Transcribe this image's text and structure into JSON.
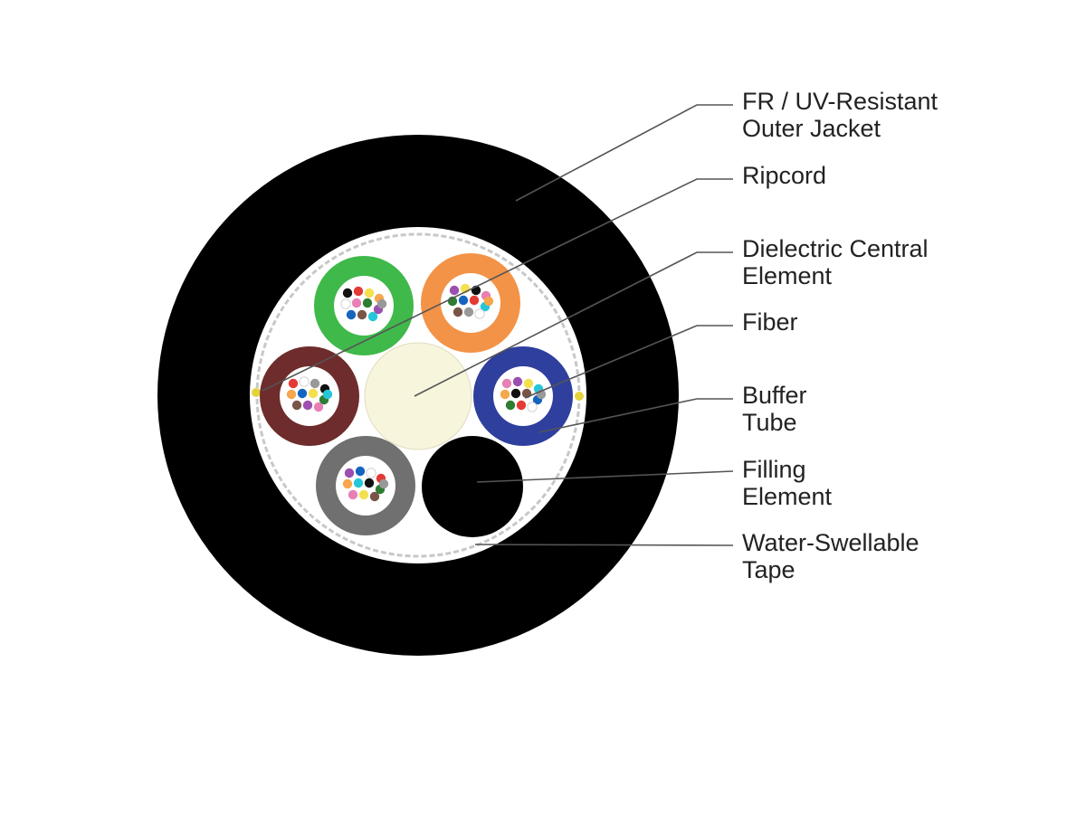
{
  "colors": {
    "jacket": "#000000",
    "core_fill": "#ffffff",
    "tape_ring": "#c8c8c8",
    "central_element": "#f7f5dc",
    "filling_element": "#000000",
    "leader_line": "#555555",
    "label_text": "#222222",
    "ripcord": "#e6d23c"
  },
  "buffer_tubes": [
    {
      "name": "green",
      "color": "#3fb94a",
      "fibers": [
        "#111111",
        "#e53935",
        "#f4e04d",
        "#f6a64b",
        "#ffffff",
        "#e87fb5",
        "#2e7d32",
        "#9c4fb0",
        "#1565c0",
        "#795548",
        "#26c6da",
        "#999999"
      ]
    },
    {
      "name": "orange",
      "color": "#f39347",
      "fibers": [
        "#9c4fb0",
        "#f4e04d",
        "#111111",
        "#e87fb5",
        "#2e7d32",
        "#1565c0",
        "#e53935",
        "#26c6da",
        "#795548",
        "#999999",
        "#ffffff",
        "#f6a64b"
      ]
    },
    {
      "name": "brown",
      "color": "#6e2c2c",
      "fibers": [
        "#e53935",
        "#ffffff",
        "#999999",
        "#111111",
        "#f6a64b",
        "#1565c0",
        "#f4e04d",
        "#2e7d32",
        "#795548",
        "#9c4fb0",
        "#e87fb5",
        "#26c6da"
      ]
    },
    {
      "name": "blue",
      "color": "#2f3f9e",
      "fibers": [
        "#e87fb5",
        "#9c4fb0",
        "#f4e04d",
        "#26c6da",
        "#f6a64b",
        "#111111",
        "#795548",
        "#1565c0",
        "#2e7d32",
        "#e53935",
        "#ffffff",
        "#999999"
      ]
    },
    {
      "name": "gray",
      "color": "#707070",
      "fibers": [
        "#9c4fb0",
        "#1565c0",
        "#ffffff",
        "#e53935",
        "#f6a64b",
        "#26c6da",
        "#111111",
        "#2e7d32",
        "#e87fb5",
        "#f4e04d",
        "#795548",
        "#999999"
      ]
    }
  ],
  "labels": [
    {
      "id": "jacket",
      "lines": [
        "FR / UV-Resistant",
        "Outer Jacket"
      ]
    },
    {
      "id": "ripcord",
      "lines": [
        "Ripcord"
      ]
    },
    {
      "id": "central",
      "lines": [
        "Dielectric Central",
        "Element"
      ]
    },
    {
      "id": "fiber",
      "lines": [
        "Fiber"
      ]
    },
    {
      "id": "buffer",
      "lines": [
        "Buffer",
        "Tube"
      ]
    },
    {
      "id": "filling",
      "lines": [
        "Filling",
        "Element"
      ]
    },
    {
      "id": "tape",
      "lines": [
        "Water-Swellable",
        "Tape"
      ]
    }
  ]
}
